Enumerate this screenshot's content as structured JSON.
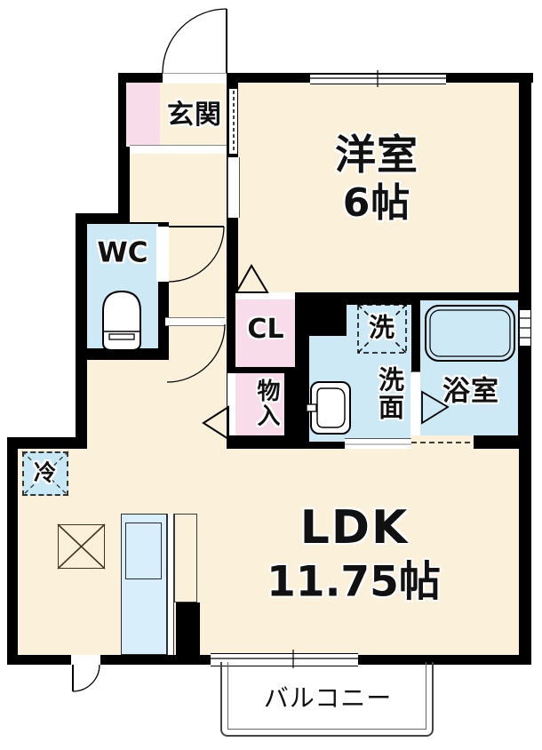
{
  "plan": {
    "title": "1LDK apartment floor plan",
    "rooms": {
      "genkan": {
        "label": "玄関"
      },
      "western_room": {
        "label": "洋室",
        "size": "6帖"
      },
      "wc": {
        "label": "WC"
      },
      "closet": {
        "label": "CL"
      },
      "storage": {
        "label": "物入"
      },
      "washer": {
        "label": "洗"
      },
      "washroom": {
        "label": "洗面"
      },
      "bathroom": {
        "label": "浴室"
      },
      "fridge": {
        "label": "冷"
      },
      "ldk": {
        "label": "LDK",
        "size": "11.75帖"
      },
      "balcony": {
        "label": "バルコニー"
      }
    },
    "colors": {
      "wall": "#000000",
      "floor": "#FBF1DA",
      "closet_pink": "#F8DCE9",
      "wet_blue": "#CDE9F6",
      "kitchen_blue": "#D8EEFB"
    },
    "icons": [
      "toilet-icon",
      "sink-icon",
      "bathtub-icon",
      "washer-box-icon",
      "fridge-box-icon",
      "stove-x-icon",
      "door-arc-icon",
      "sliding-window-icon",
      "triangle-door-icon"
    ]
  }
}
